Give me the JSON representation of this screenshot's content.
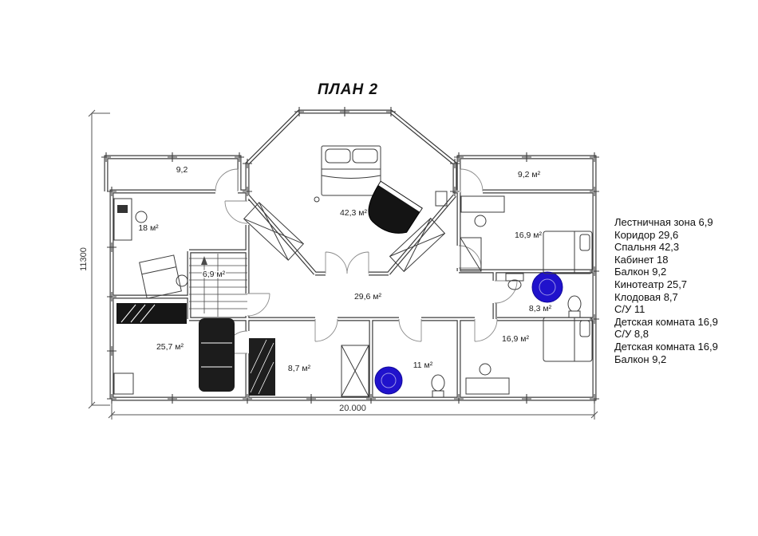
{
  "title": "ПЛАН 2",
  "plan": {
    "dim_width": "20.000",
    "dim_height": "11300",
    "rooms": {
      "balcony_left": "9,2",
      "balcony_right": "9,2 м²",
      "bedroom": "42,3 м²",
      "office": "18 м²",
      "stairs": "6,9 м²",
      "corridor": "29,6 м²",
      "cinema": "25,7 м²",
      "storage": "8,7 м²",
      "bath_main": "11 м²",
      "bath_small": "8,3 м²",
      "child_room_top": "16,9 м²",
      "child_room_bottom": "16,9 м²"
    }
  },
  "legend": {
    "items": [
      "Лестничная зона 6,9",
      "Коридор 29,6",
      "Спальня 42,3",
      "Кабинет 18",
      "Балкон 9,2",
      "Кинотеатр 25,7",
      "Клодовая 8,7",
      "С/У 11",
      "Детская комната 16,9",
      "С/У 8,8",
      "Детская комната 16,9",
      "Балкон 9,2"
    ]
  },
  "colors": {
    "wall": "#3c3c3c",
    "tub_blue": "#2012cc"
  }
}
